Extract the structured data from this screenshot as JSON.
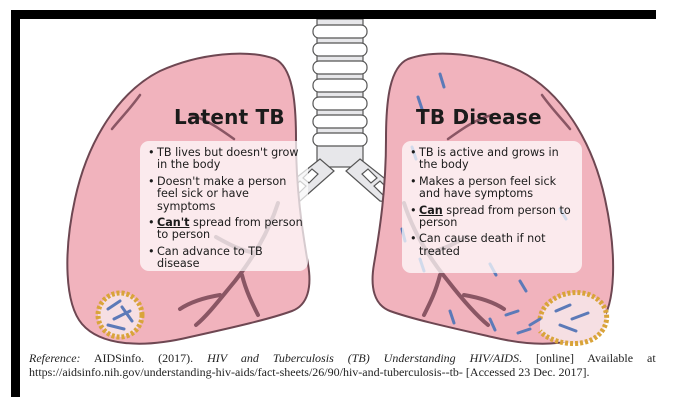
{
  "left_panel": {
    "title": "Latent TB",
    "bullets": [
      {
        "text": "TB lives but doesn't grow in the body"
      },
      {
        "text": "Doesn't make a person feel sick or have symptoms"
      },
      {
        "emphasis": "Can't",
        "text": " spread from person to person"
      },
      {
        "text": "Can advance to TB disease"
      }
    ]
  },
  "right_panel": {
    "title": "TB Disease",
    "bullets": [
      {
        "text": "TB is active and grows in the body"
      },
      {
        "text": "Makes a person feel sick and have symptoms"
      },
      {
        "emphasis": "Can",
        "text": " spread from person to person"
      },
      {
        "text": "Can cause death if not treated"
      }
    ]
  },
  "reference": {
    "label": "Reference:",
    "source": " AIDSinfo. (2017). ",
    "title": "HIV and Tuberculosis (TB) Understanding HIV/AIDS",
    "rest": ". [online] Available at: https://aidsinfo.nih.gov/understanding-hiv-aids/fact-sheets/26/90/hiv-and-tuberculosis--tb- [Accessed 23 Dec. 2017]."
  },
  "colors": {
    "lung_fill": "#f1b3bd",
    "lung_edge": "#6e4752",
    "bronchi": "#7b4e5a",
    "bacteria": "#5c7ab8",
    "granuloma_ring": "#e6b23a",
    "trachea_ring": "#ffffff"
  }
}
